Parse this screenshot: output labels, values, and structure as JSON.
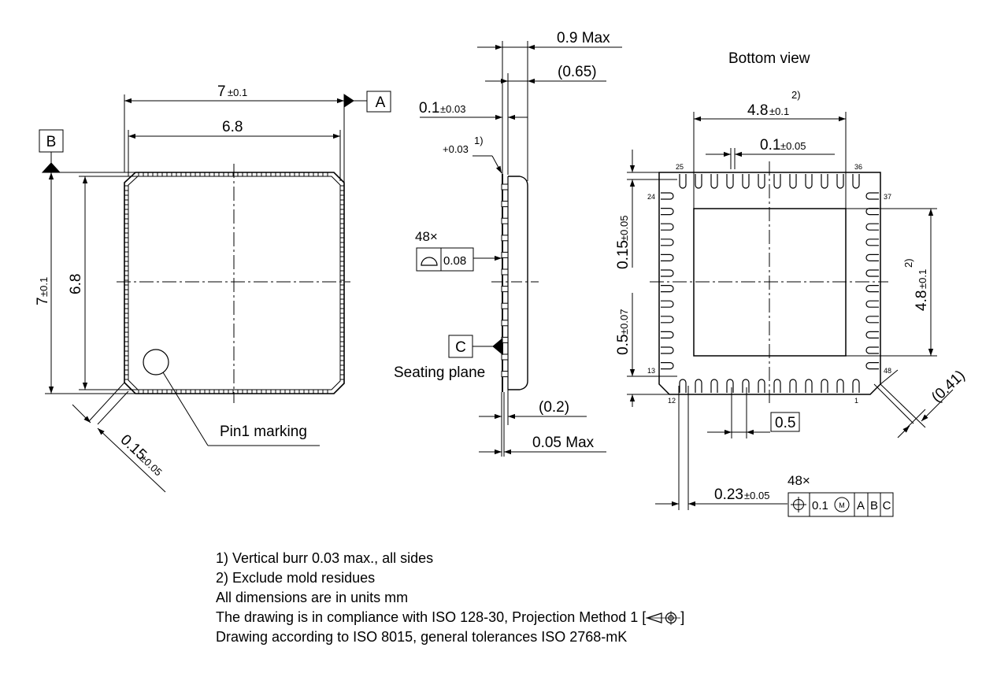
{
  "views": {
    "top": {
      "width_dim": {
        "value": "7",
        "tol": "±0.1"
      },
      "width_inner": "6.8",
      "height_dim": {
        "value": "7",
        "tol": "±0.1"
      },
      "height_inner": "6.8",
      "chamfer": {
        "value": "0.15",
        "tol": "±0.05"
      },
      "pin1_label": "Pin1 marking",
      "datum_a": "A",
      "datum_b": "B"
    },
    "side": {
      "height_max": "0.9 Max",
      "body_height": "(0.65)",
      "lead_thickness": {
        "value": "0.1",
        "tol": "±0.03"
      },
      "burr": {
        "value": "+0.03",
        "note": "1)"
      },
      "coplanarity": {
        "count": "48×",
        "symbol": "⌓",
        "value": "0.08"
      },
      "datum_c": "C",
      "seating_plane": "Seating plane",
      "standoff": "(0.2)",
      "standoff_max": "0.05 Max"
    },
    "bottom": {
      "title": "Bottom view",
      "pad_width": {
        "value": "4.8",
        "tol": "±0.1",
        "note": "2)"
      },
      "pad_height": {
        "value": "4.8",
        "tol": "±0.1",
        "note": "2)"
      },
      "lead_gap": {
        "value": "0.1",
        "tol": "±0.05"
      },
      "lead_end": {
        "value": "0.15",
        "tol": "±0.05"
      },
      "lead_length": {
        "value": "0.5",
        "tol": "±0.07"
      },
      "pitch": "0.5",
      "corner": "(0.41)",
      "lead_width": {
        "value": "0.23",
        "tol": "±0.05"
      },
      "position_count": "48×",
      "position_frame": {
        "symbol": "⌖",
        "value": "0.1",
        "modifier": "M",
        "datums": [
          "A",
          "B",
          "C"
        ]
      },
      "pin_labels": {
        "p1": "1",
        "p12": "12",
        "p13": "13",
        "p24": "24",
        "p25": "25",
        "p36": "36",
        "p37": "37",
        "p48": "48"
      }
    }
  },
  "notes": [
    "1) Vertical burr 0.03 max., all sides",
    "2) Exclude mold residues",
    "All dimensions are in units mm",
    "The drawing is in compliance with ISO 128-30, Projection Method 1 [",
    "]",
    "Drawing according to ISO 8015, general tolerances ISO 2768-mK"
  ]
}
